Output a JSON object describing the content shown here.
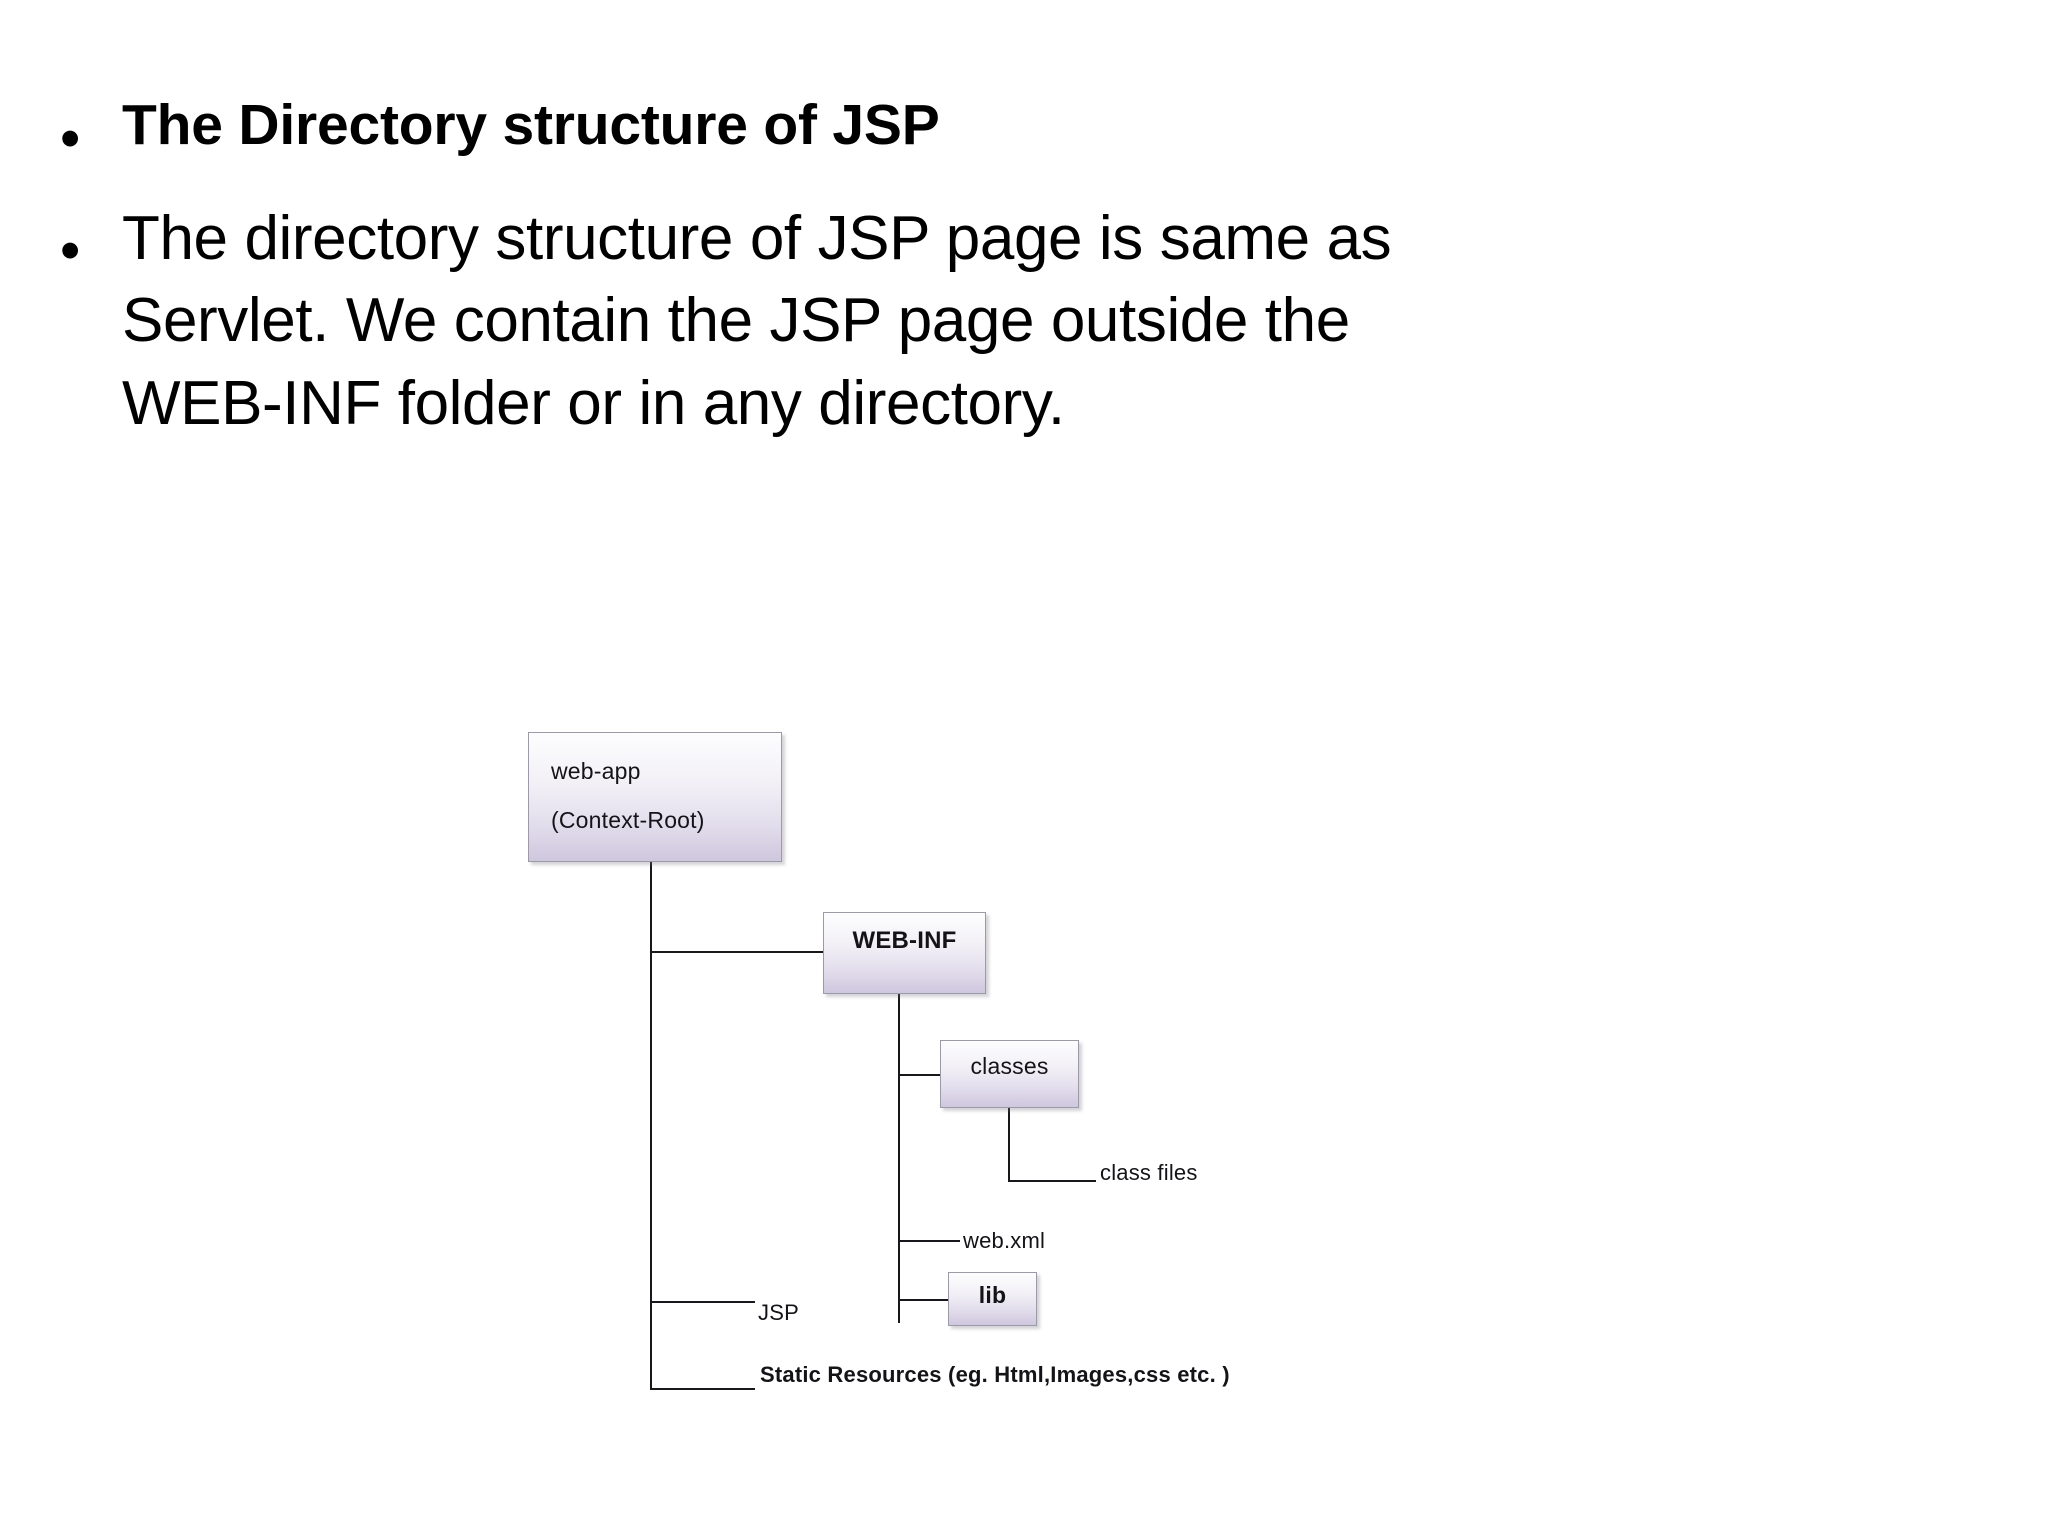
{
  "slide": {
    "bullets": [
      {
        "marker": "•",
        "text": "The Directory structure of JSP",
        "style": "bold-title"
      },
      {
        "marker": "•",
        "text": "The directory structure of JSP page is same as Servlet. We contain the JSP page outside the WEB-INF folder or in any directory.",
        "style": "body"
      }
    ]
  },
  "diagram": {
    "type": "tree",
    "nodes": {
      "web_app": {
        "line1": "web-app",
        "line2": "(Context-Root)"
      },
      "web_inf": {
        "label": "WEB-INF"
      },
      "classes": {
        "label": "classes"
      },
      "lib": {
        "label": "lib"
      }
    },
    "leaves": {
      "class_files": "class files",
      "web_xml": "web.xml",
      "jsp": "JSP",
      "static_resources": "Static Resources  (eg. Html,Images,css  etc. )"
    },
    "colors": {
      "box_border": "#9d9aa8",
      "box_gradient_top": "#fdfdfe",
      "box_gradient_bottom": "#cfc7de",
      "connector": "#18171c",
      "text": "#141318",
      "background": "#ffffff"
    }
  }
}
